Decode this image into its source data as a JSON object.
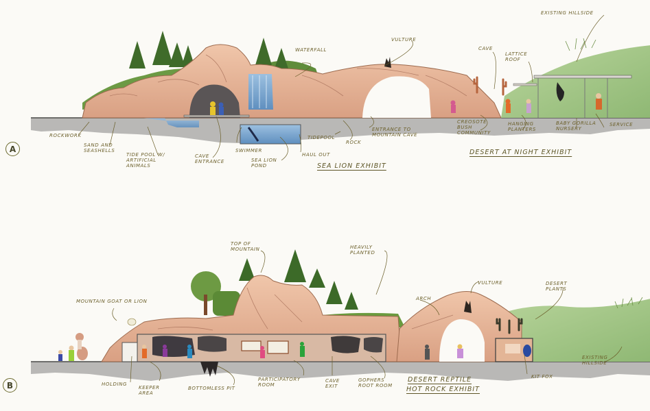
{
  "section_a": {
    "marker": "A",
    "labels": {
      "waterfall": "Waterfall",
      "vulture": "Vulture",
      "cave": "Cave",
      "lattice_roof": "Lattice\nRoof",
      "existing_hillside": "Existing Hillside",
      "rockwork": "Rockwork",
      "sand_and_seashells": "Sand and\nSeashells",
      "tide_pool": "Tide Pool w/\nArtificial\nAnimals",
      "cave_entrance": "Cave\nEntrance",
      "swimmer": "Swimmer",
      "sea_lion_pond": "Sea Lion\nPond",
      "haul_out": "Haul Out",
      "tidepool": "Tidepool",
      "rock": "Rock",
      "entrance_to_mountain_cave": "Entrance to\nMountain Cave",
      "creosote_bush_community": "Creosote\nBush\nCommunity",
      "hanging_planters": "Hanging\nPlanters",
      "baby_gorilla_nursery": "Baby Gorilla\nNursery",
      "service": "Service"
    },
    "titles": {
      "sea_lion_exhibit": "Sea Lion Exhibit",
      "desert_at_night_exhibit": "Desert at Night Exhibit"
    }
  },
  "section_b": {
    "marker": "B",
    "labels": {
      "top_of_mountain": "Top of\nMountain",
      "heavily_planted": "Heavily\nPlanted",
      "mountain_goat_or_lion": "Mountain Goat or Lion",
      "vulture": "Vulture",
      "arch": "Arch",
      "desert_plants": "Desert\nPlants",
      "holding": "Holding",
      "keeper_area": "Keeper\nArea",
      "bottomless_pit": "Bottomless Pit",
      "participatory_room": "Participatory\nRoom",
      "cave_exit": "Cave\nExit",
      "gophers_root_room": "Gophers\nRoot Room",
      "kit_fox": "Kit Fox",
      "existing_hillside": "Existing\nHillside"
    },
    "titles": {
      "desert_reptile": "Desert Reptile",
      "hot_rock_exhibit": "Hot Rock Exhibit"
    }
  },
  "colors": {
    "rock": "#e9b79a",
    "rock_dark": "#c98a6a",
    "foliage": "#5e8a3a",
    "hillside": "#a9c98d",
    "ground": "#b7b6b4",
    "water": "#7fa6cf",
    "ink": "#6b5f2a"
  }
}
